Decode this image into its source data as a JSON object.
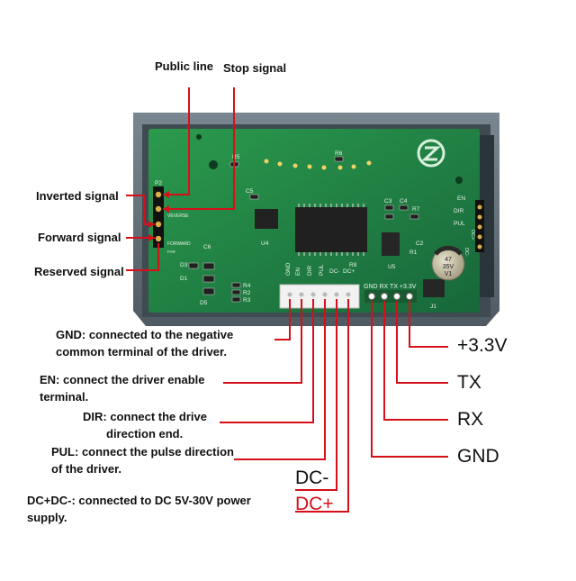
{
  "top_labels": {
    "public_line": "Public line",
    "stop_signal": "Stop signal"
  },
  "left_labels": {
    "inverted": "Inverted signal",
    "forward": "Forward signal",
    "reserved": "Reserved signal"
  },
  "descriptions": {
    "gnd": [
      "GND: connected to the negative",
      "common terminal of the driver."
    ],
    "en": [
      "EN: connect the driver enable",
      "terminal."
    ],
    "dir": [
      "DIR: connect the drive",
      "direction end."
    ],
    "pul": [
      "PUL: connect the pulse direction",
      "of the driver."
    ],
    "dc": [
      "DC+DC-: connected to DC 5V-30V power",
      "supply."
    ]
  },
  "pin_labels": {
    "dc_minus": "DC-",
    "dc_plus": "DC+",
    "v33": "+3.3V",
    "tx": "TX",
    "rx": "RX",
    "gnd": "GND"
  },
  "board_silkscreen": {
    "p2": "P2",
    "veverse": "VEVERSE",
    "forward": "FORWARD",
    "far": "FAR",
    "left_header": [
      "GND",
      "EN",
      "DIR",
      "PUL",
      "DC-",
      "DC+"
    ],
    "serial_header": "GND RX TX +3.3V",
    "right_side": [
      "EN",
      "DIR",
      "PUL",
      "DC-",
      "DC+"
    ],
    "refs": [
      "R5",
      "R6",
      "C5",
      "U4",
      "C6",
      "D3",
      "D1",
      "D5",
      "R4",
      "R2",
      "R3",
      "R8",
      "C3",
      "C4",
      "R7",
      "C2",
      "R1",
      "U5",
      "J1"
    ],
    "cap_text": [
      "47",
      "35V",
      "V1"
    ]
  },
  "colors": {
    "arrow": "#d6101a",
    "pcb": "#1f7a3c",
    "case": "#5f6b74",
    "dc_plus": "#d6101a"
  }
}
